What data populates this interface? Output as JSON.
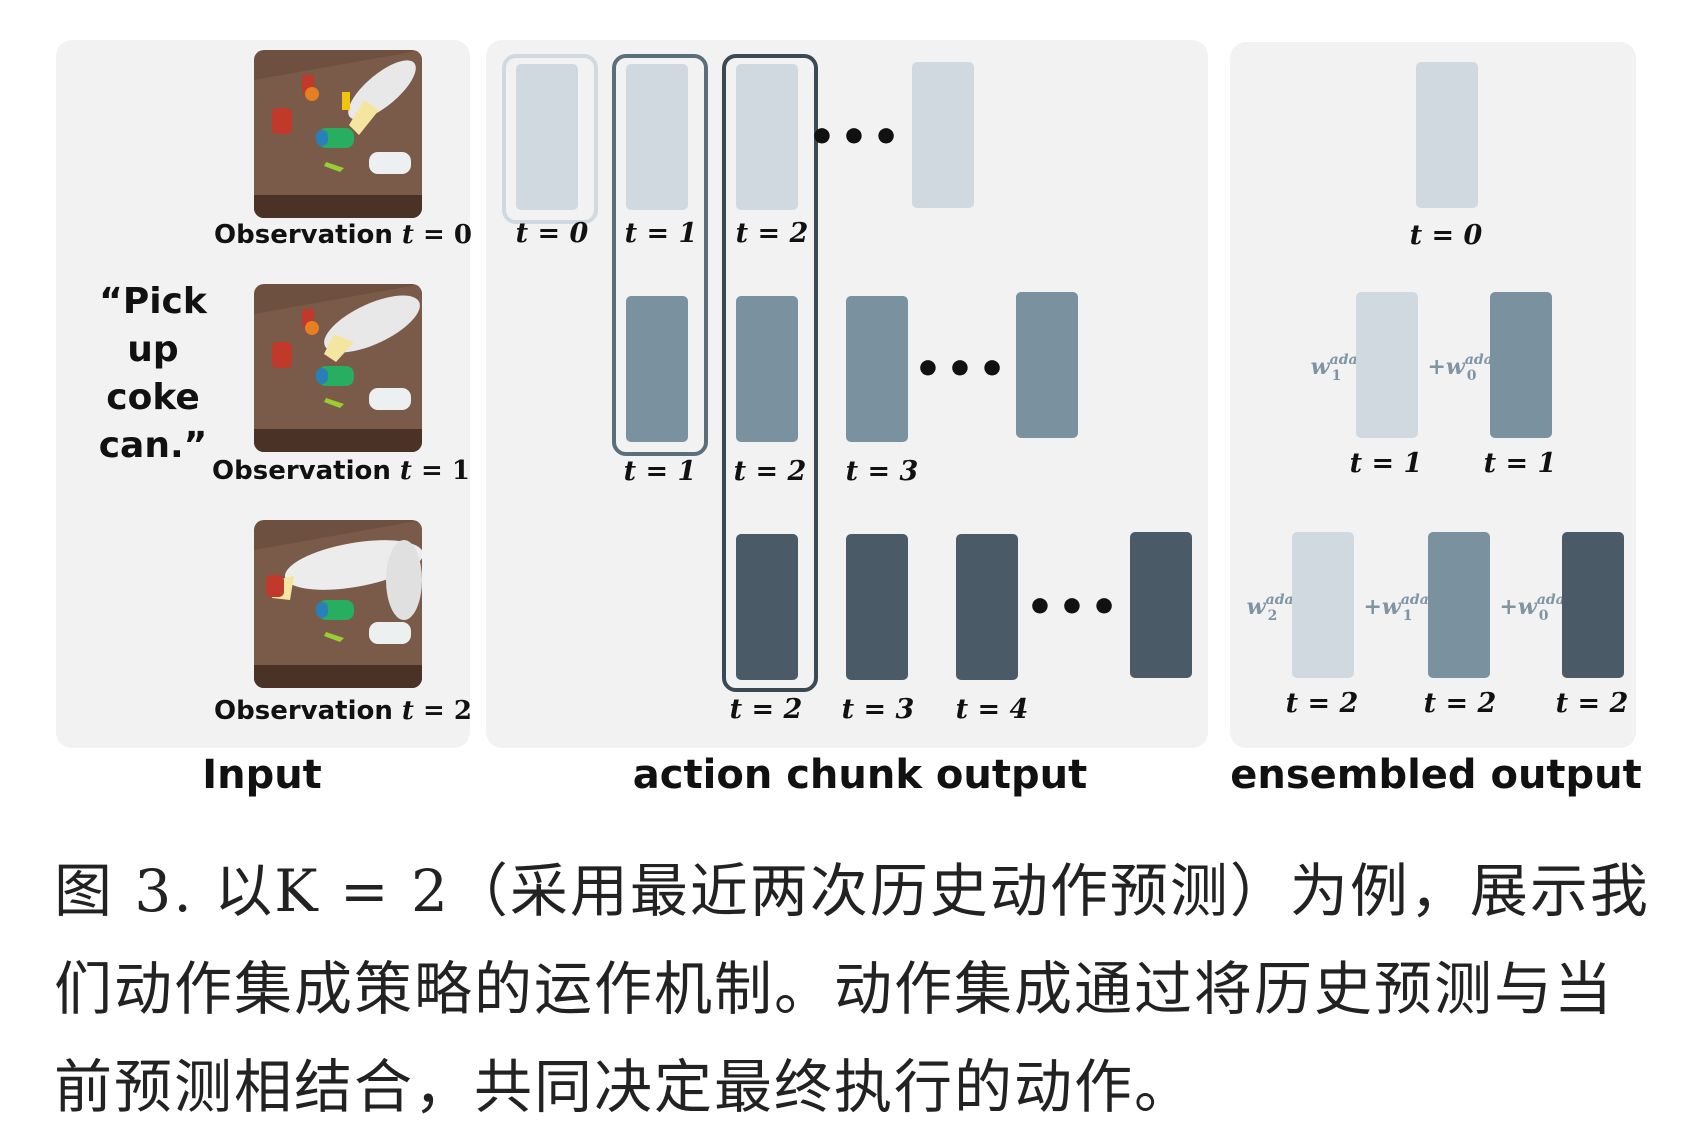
{
  "input": {
    "label": "Input",
    "instruction": "“Pick up coke can.”",
    "observations": [
      {
        "label": "Observation",
        "var": "t",
        "eq": "=",
        "num": "0"
      },
      {
        "label": "Observation",
        "var": "t",
        "eq": "=",
        "num": "1"
      },
      {
        "label": "Observation",
        "var": "t",
        "eq": "=",
        "num": "2"
      }
    ]
  },
  "chunk": {
    "label": "action chunk output",
    "row0_labels": [
      "t = 0",
      "t = 1",
      "t = 2"
    ],
    "row1_labels": [
      "t = 1",
      "t = 2",
      "t = 3"
    ],
    "row2_labels": [
      "t = 2",
      "t = 3",
      "t = 4"
    ],
    "ellipsis": "•••"
  },
  "ensemble": {
    "label": "ensembled output",
    "row0_labels": [
      "t = 0"
    ],
    "row1_labels": [
      "t = 1",
      "t = 1"
    ],
    "row2_labels": [
      "t = 2",
      "t = 2",
      "t = 2"
    ],
    "row1_weights": [
      {
        "prefix": "",
        "sym": "w",
        "sup": "ada",
        "sub": "1"
      },
      {
        "prefix": "+",
        "sym": "w",
        "sup": "ada",
        "sub": "0"
      }
    ],
    "row2_weights": [
      {
        "prefix": "",
        "sym": "w",
        "sup": "ada",
        "sub": "2"
      },
      {
        "prefix": "+",
        "sym": "w",
        "sup": "ada",
        "sub": "1"
      },
      {
        "prefix": "+",
        "sym": "w",
        "sup": "ada",
        "sub": "0"
      }
    ]
  },
  "caption": "图 3. 以K = 2（采用最近两次历史动作预测）为例，展示我们动作集成策略的运作机制。动作集成通过将历史预测与当前预测相结合，共同决定最终执行的动作。",
  "colors": {
    "light": "#d0d9e0",
    "mid": "#7a91a0",
    "dark": "#4a5a66",
    "highlight_light": "#cfd9df",
    "highlight_dark": "#3a4a55",
    "panel": "#f2f2f2"
  }
}
